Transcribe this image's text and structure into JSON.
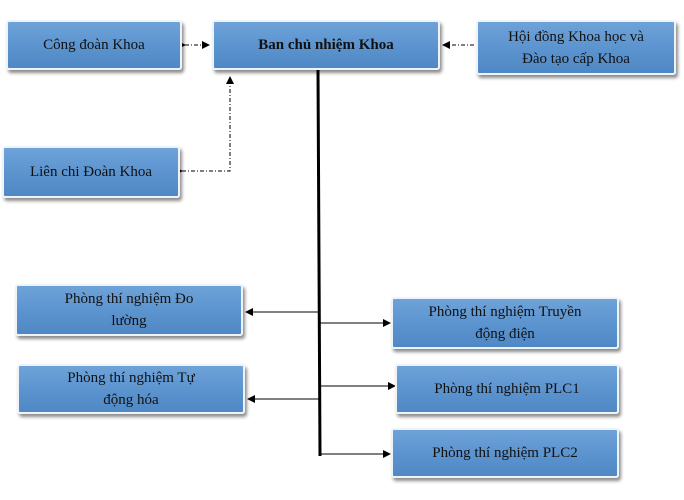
{
  "org_chart": {
    "root": {
      "label": "Ban chủ nhiệm Khoa"
    },
    "left_units": {
      "cong_doan": "Công đoàn Khoa",
      "lien_chi_doan": "Liên chi Đoàn Khoa"
    },
    "right_unit": {
      "hoi_dong_line1": "Hội đồng Khoa học và",
      "hoi_dong_line2": "Đào tạo cấp Khoa"
    },
    "labs_left": [
      {
        "line1": "Phòng thí nghiệm Đo",
        "line2": "lường"
      },
      {
        "line1": "Phòng thí nghiệm Tự",
        "line2": "động hóa"
      }
    ],
    "labs_right": [
      {
        "line1": "Phòng thí nghiệm Truyền",
        "line2": "động điện"
      },
      {
        "line1": "Phòng thí nghiệm PLC1"
      },
      {
        "line1": "Phòng thí nghiệm PLC2"
      }
    ]
  },
  "colors": {
    "box_fill": "#5b93cf",
    "box_border": "#eef3f9",
    "line": "#000000"
  }
}
